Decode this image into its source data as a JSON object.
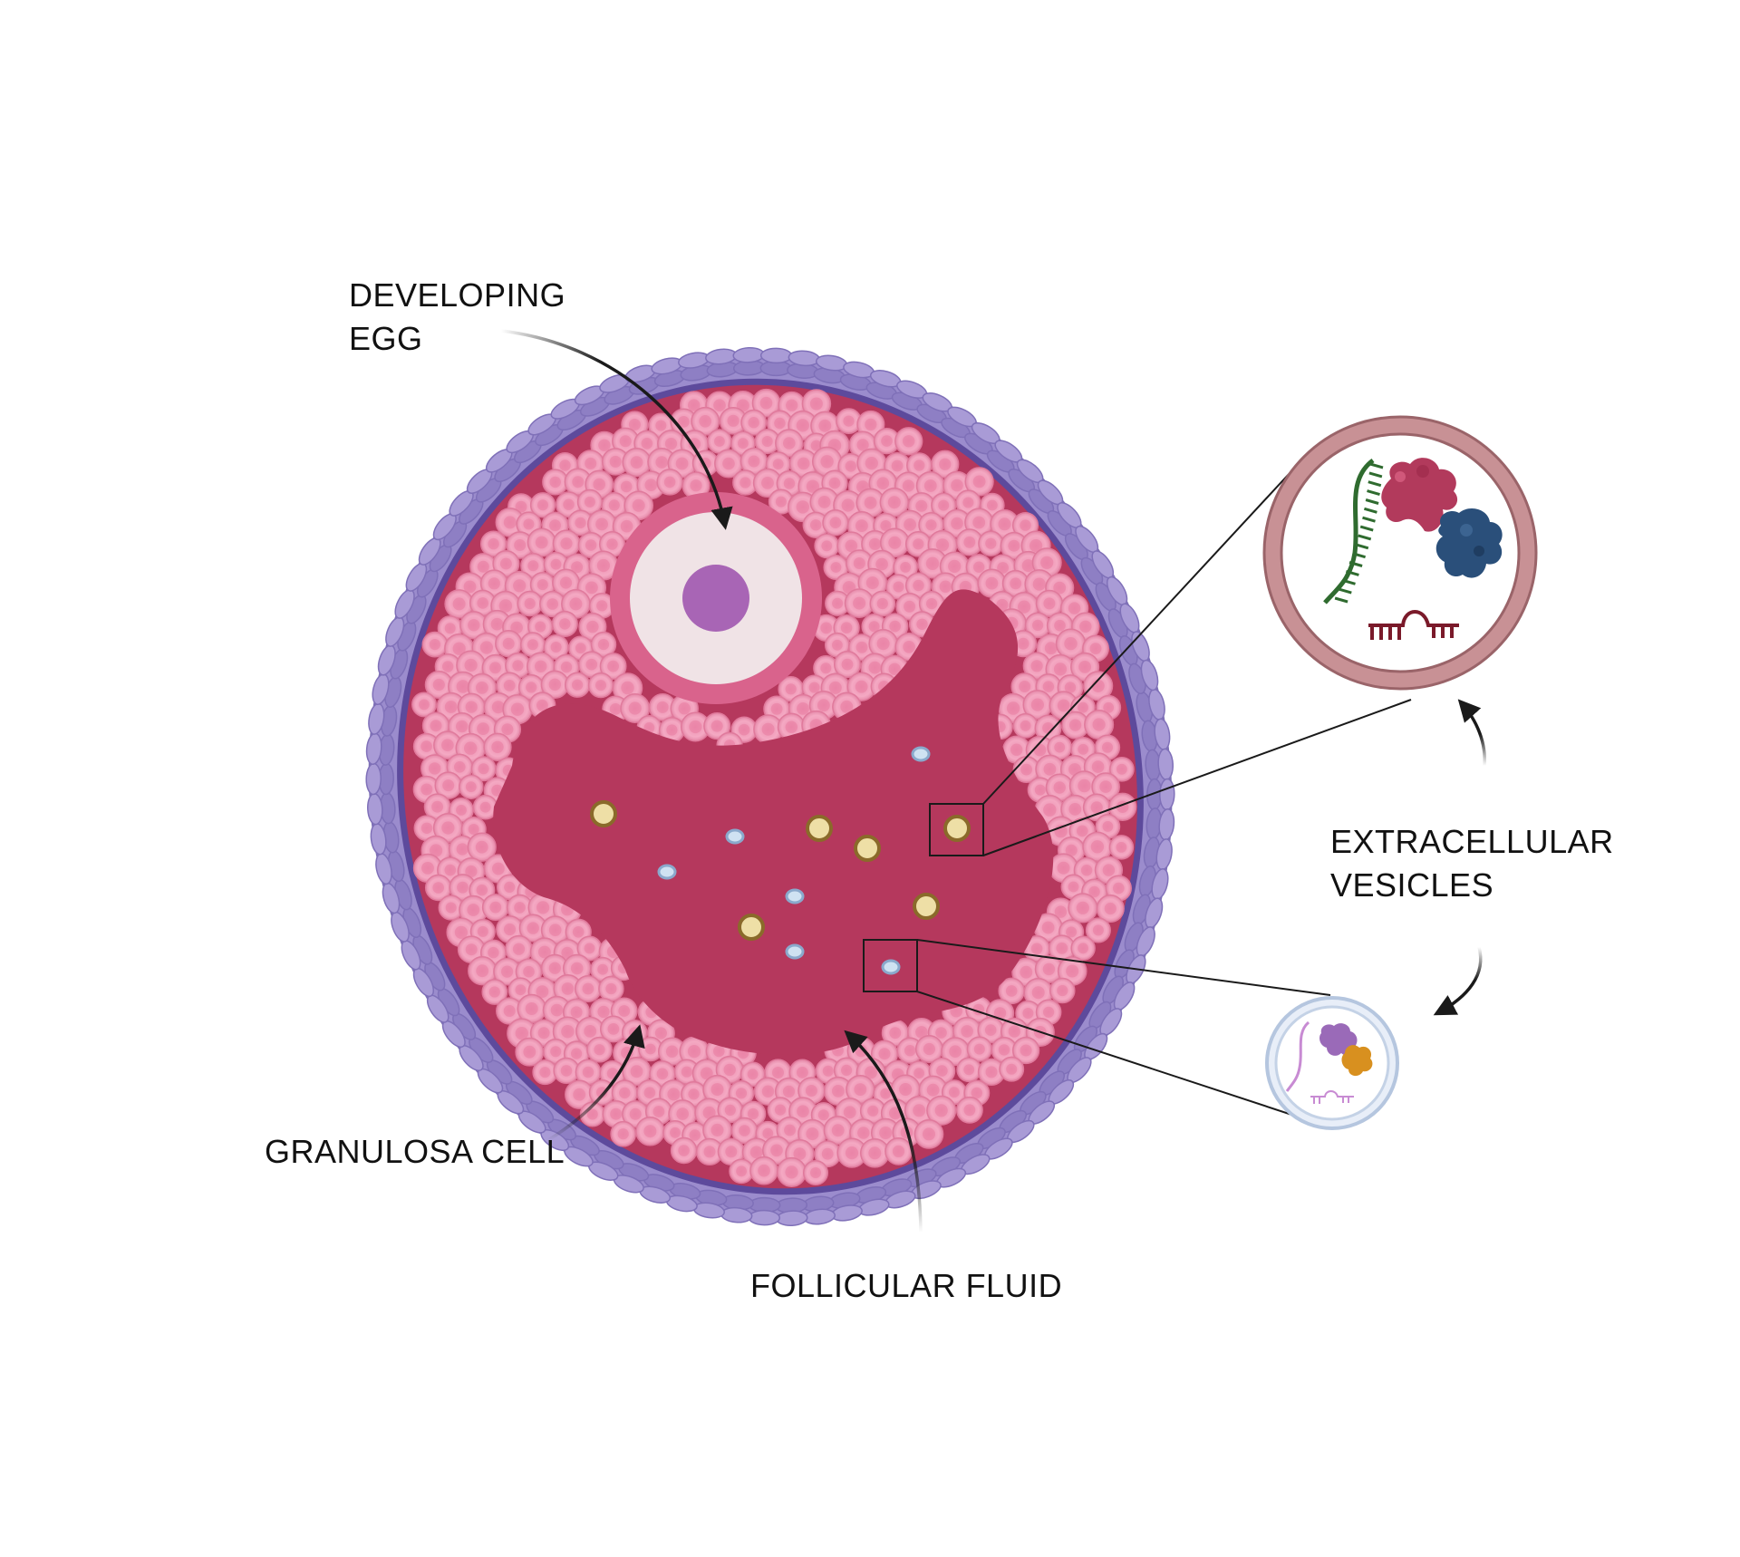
{
  "labels": {
    "developing_egg": [
      "DEVELOPING",
      "EGG"
    ],
    "extracellular_vesicles": [
      "EXTRACELLULAR",
      "VESICLES"
    ],
    "granulosa_cell": "GRANULOSA CELL",
    "follicular_fluid": "FOLLICULAR FLUID"
  },
  "colors": {
    "theca": "#9b8ccd",
    "theca_dark": "#7f70b8",
    "fluid": "#b5385d",
    "granulosa": "#f2a2bd",
    "granulosa_center": "#e87ca0",
    "zona": "#d9638c",
    "ooplasm": "#f0e3e6",
    "nucleus": "#a865b5",
    "vesicle_large": "#eedfa6",
    "vesicle_small": "#cfe2f2",
    "arrow": "#1a1a1a"
  },
  "icons": [
    "dna-strand-icon",
    "protein-icon",
    "rna-hairpin-icon"
  ]
}
